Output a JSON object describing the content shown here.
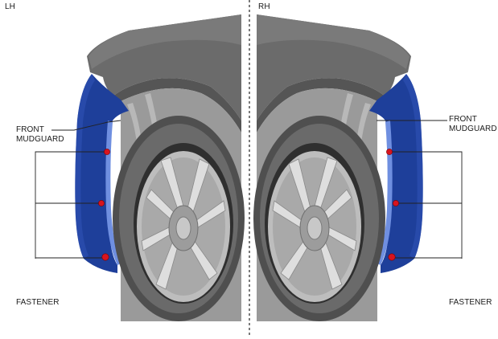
{
  "panels": {
    "left": {
      "side_label": "LH",
      "front_line1": "FRONT",
      "front_line2": "MUDGUARD",
      "fastener": "FASTENER"
    },
    "right": {
      "side_label": "RH",
      "front_line1": "FRONT",
      "front_line2": "MUDGUARD",
      "fastener": "FASTENER"
    }
  },
  "colors": {
    "mudguard": "#1e3f9a",
    "mudguard_edge": "#6f8fe0",
    "body_panel": "#6b6b6b",
    "tire": "#5c5c5c",
    "rim": "#c4c4c4",
    "fastener": "#d8141e",
    "leader_line": "#222222"
  },
  "icons": [
    "fastener-marker-icon"
  ]
}
